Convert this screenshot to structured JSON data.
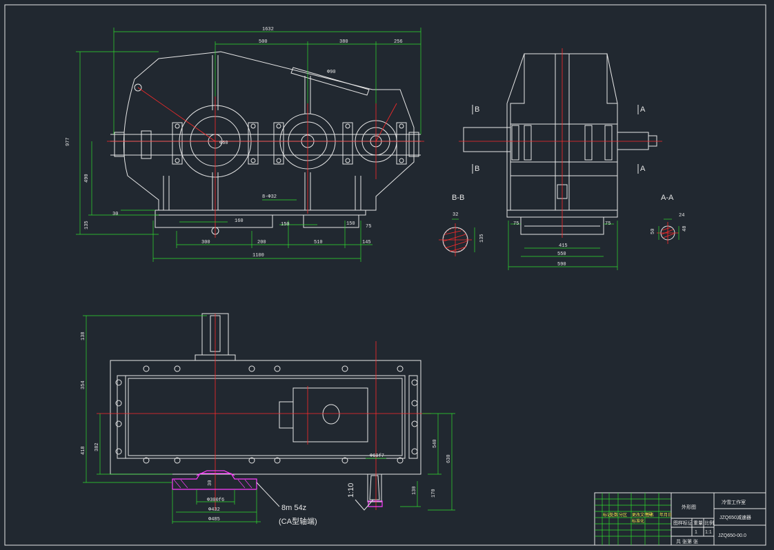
{
  "front_view": {
    "dims": {
      "overall_length": "1632",
      "seg1": "500",
      "seg2": "380",
      "seg3": "256",
      "height_total": "977",
      "height_mid": "490",
      "height_base": "135",
      "base_a": "30",
      "base_b": "160",
      "base_c": "150",
      "base_d": "150",
      "base_e": "75",
      "bottom_a": "300",
      "bottom_b": "200",
      "bottom_c": "510",
      "bottom_d": "145",
      "bottom_total": "1100",
      "hole_note": "8-Φ32",
      "shaft_dia_1": "Φ60",
      "shaft_dia_2": "Φ90"
    }
  },
  "side_view": {
    "section_marks": [
      "B",
      "B",
      "A",
      "A"
    ],
    "dims": {
      "w1": "75",
      "w2": "415",
      "w3": "550",
      "w4": "590",
      "w5": "75"
    }
  },
  "section_bb": {
    "title": "B-B",
    "dims": {
      "key": "32",
      "depth": "135"
    }
  },
  "section_aa": {
    "title": "A-A",
    "dims": {
      "key": "24",
      "h": "48",
      "dia": "50"
    }
  },
  "plan_view": {
    "dims": {
      "top": "138",
      "left1": "354",
      "left2": "418",
      "left3": "382",
      "right1": "540",
      "right2": "630",
      "r3": "130",
      "r4": "170",
      "dia1": "Φ300f6",
      "dia2": "Φ432",
      "dia3": "Φ485",
      "small_dia": "Φ60f7",
      "h30": "30"
    },
    "taper": "1:10",
    "gear_note_1": "8m 54z",
    "gear_note_2": "(CA型轴端)"
  },
  "title_block": {
    "drawing_name": "外形图",
    "studio": "冷雪工作室",
    "product": "JZQ650减速器",
    "drawing_no": "JZQ650-00.0",
    "scale": "1:1",
    "quantity": "1",
    "stage_label": "图样标记",
    "weight_label": "重量",
    "scale_label": "比例",
    "sheet_label": "共  张第  张",
    "rev_headers": [
      "标记",
      "处数",
      "分区",
      "更改文件号",
      "签名",
      "年月日"
    ],
    "sign_row": "标准化"
  }
}
